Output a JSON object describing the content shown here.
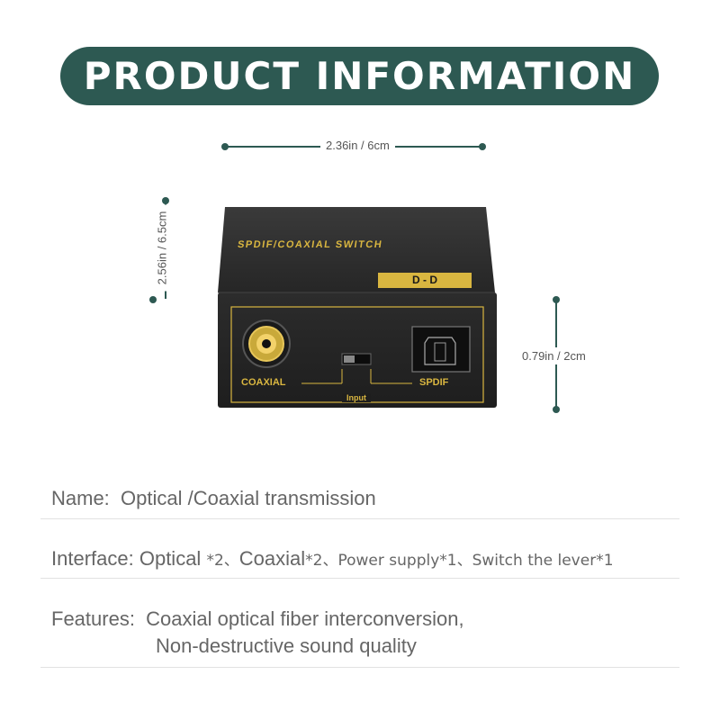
{
  "banner": {
    "title": "PRODUCT INFORMATION"
  },
  "dimensions": {
    "width": "2.36in / 6cm",
    "length": "2.56in / 6.5cm",
    "height": "0.79in / 2cm"
  },
  "device": {
    "top_label": "SPDIF/COAXIAL SWITCH",
    "badge": "D - D",
    "left_port_label": "COAXIAL",
    "right_port_label": "SPDIF",
    "switch_label": "Input"
  },
  "specs": {
    "name_label": "Name:",
    "name_value": "Optical /Coaxial transmission",
    "interface_label": "Interface:",
    "interface_optical": "Optical ",
    "interface_optical_count": "*2、",
    "interface_coaxial": "Coaxial",
    "interface_coaxial_count": "*2、",
    "interface_power": "Power supply*1、",
    "interface_switch": "Switch the lever*1",
    "features_label": "Features:",
    "features_line1": "Coaxial optical fiber interconversion,",
    "features_line2": "Non-destructive sound quality"
  },
  "colors": {
    "accent": "#2d5952",
    "gold": "#d9b640",
    "device": "#2a2a2a"
  }
}
